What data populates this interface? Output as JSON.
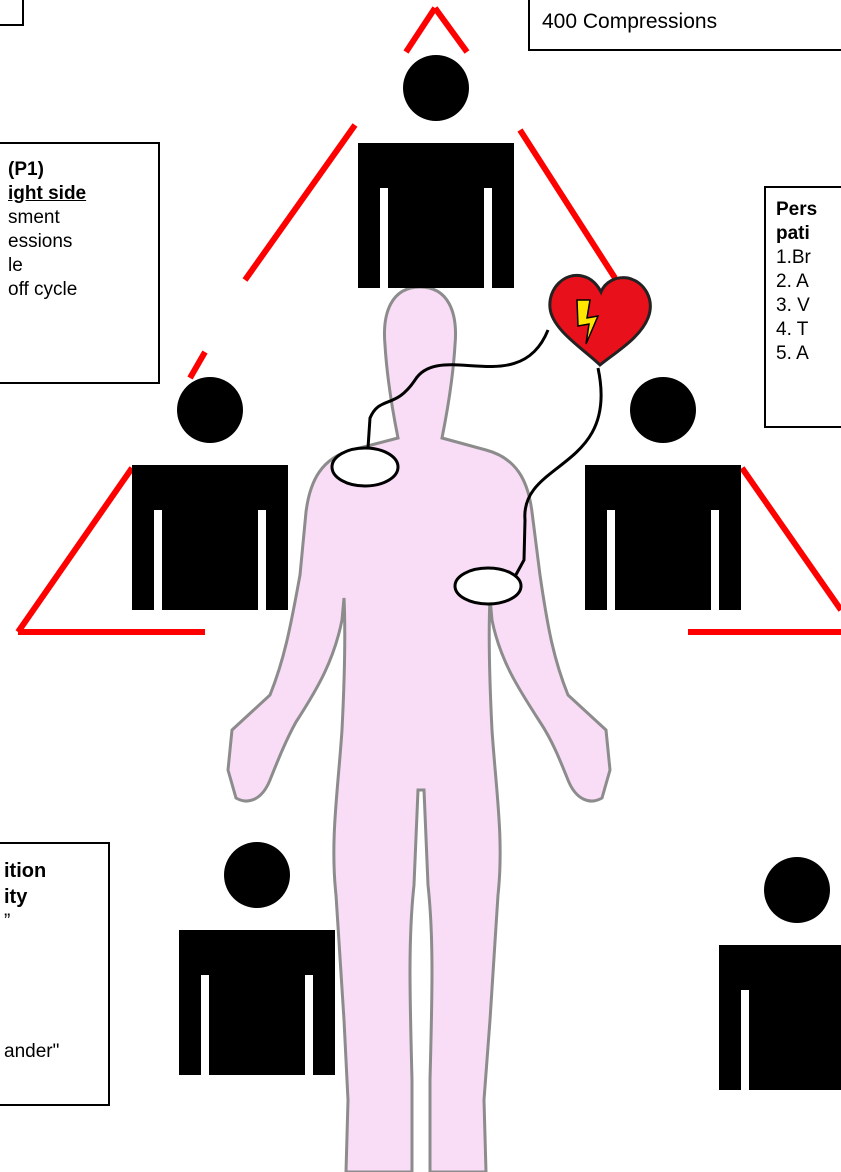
{
  "colors": {
    "triangle": "#ff0000",
    "body_fill": "#f9dcf6",
    "body_outline": "#8c8c8c",
    "person": "#000000",
    "heart": "#e8101a",
    "bolt": "#ffe600",
    "pad": "#ffffff"
  },
  "top_box": {
    "text": "400 Compressions"
  },
  "left_box": {
    "line1": "(P1)",
    "line2": "ight side",
    "line3": "sment",
    "line4": "essions",
    "line5": "le",
    "line6": "off cycle"
  },
  "right_box": {
    "line1": "Pers",
    "line2": "pati",
    "line3": "1.Br",
    "line4": "2. A",
    "line5": "3. V",
    "line6": "4. T",
    "line7": "5. A"
  },
  "bottom_left_box": {
    "line1": "ition",
    "line2": "ity",
    "line3": "”",
    "line4": "ander\""
  },
  "icons": {
    "heart": "heart-icon",
    "lightning": "lightning-bolt-icon",
    "person": "person-icon"
  }
}
